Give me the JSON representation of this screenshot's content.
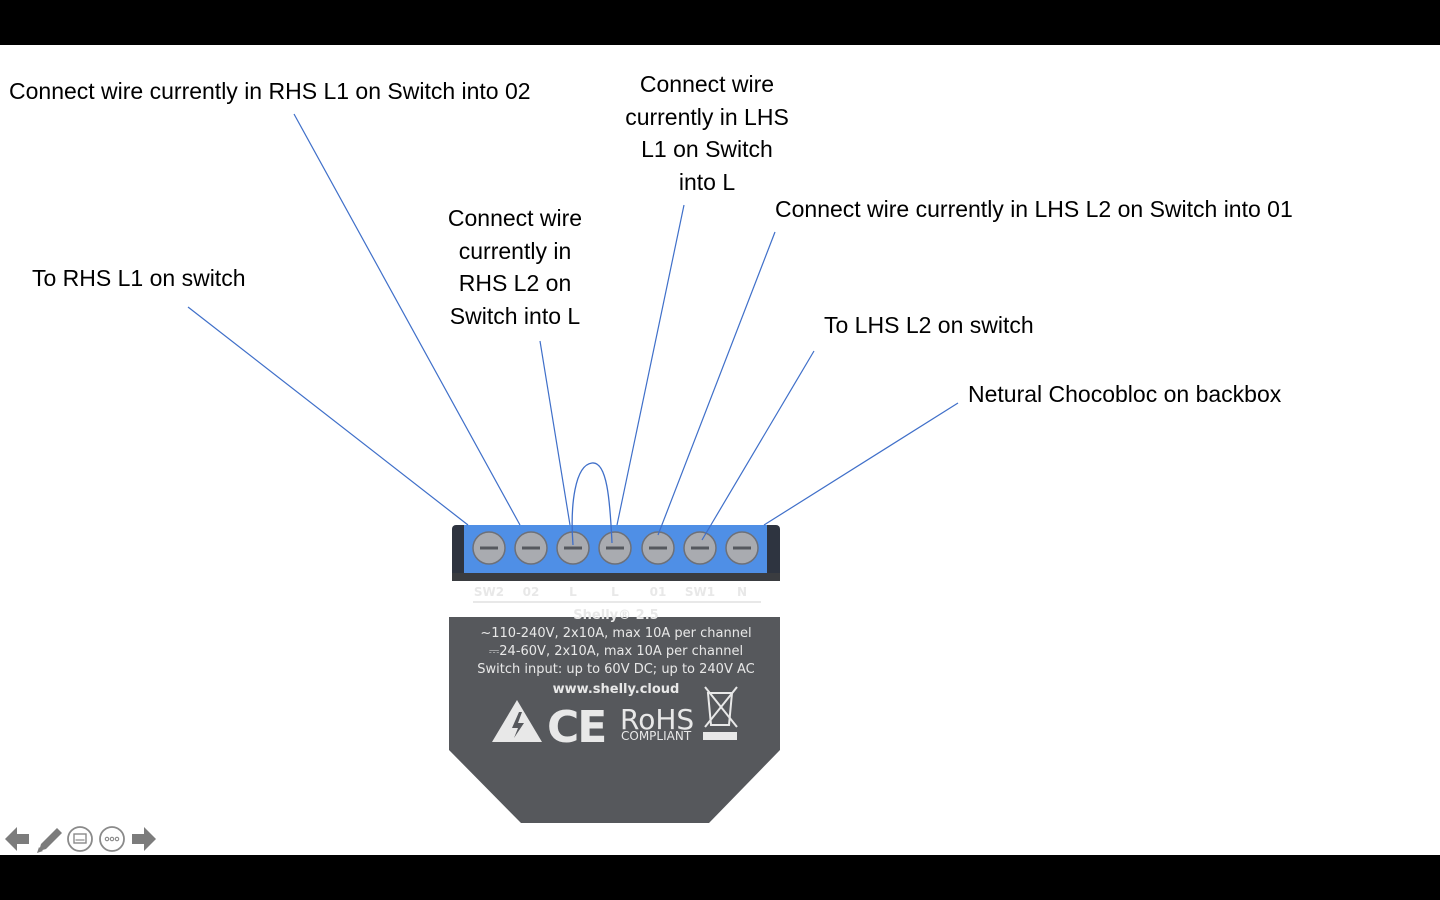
{
  "annotations": {
    "rhs_l1_to_02": "Connect wire currently in RHS L1 on Switch into 02",
    "to_rhs_l1": "To RHS L1 on switch",
    "rhs_l2_into_l": [
      "Connect wire",
      "currently in",
      "RHS L2 on",
      "Switch into L"
    ],
    "lhs_l1_into_l": [
      "Connect wire",
      "currently in LHS",
      "L1 on Switch",
      "into L"
    ],
    "lhs_l2_to_01": "Connect wire currently in LHS L2 on Switch into 01",
    "to_lhs_l2": "To LHS L2 on switch",
    "neutral": "Netural Chocobloc on backbox"
  },
  "device": {
    "terminals": [
      "SW2",
      "02",
      "L",
      "L",
      "01",
      "SW1",
      "N"
    ],
    "model": "Shelly® 2.5",
    "spec_lines": [
      "~110-240V, 2x10A, max 10A per channel",
      "⎓24-60V, 2x10A, max 10A per channel",
      "Switch input: up to 60V DC; up to 240V AC"
    ],
    "url": "www.shelly.cloud",
    "ce_mark": "CE",
    "rohs": "RoHS",
    "rohs_sub": "COMPLIANT",
    "colors": {
      "terminal_block": "#4f8fe6",
      "body": "#56585c",
      "screw": "#a9abb0",
      "leader_line": "#3f6fc9"
    }
  },
  "controls": {
    "icons": [
      "arrow-left-icon",
      "pen-icon",
      "subtitles-icon",
      "more-icon",
      "arrow-right-icon"
    ]
  }
}
